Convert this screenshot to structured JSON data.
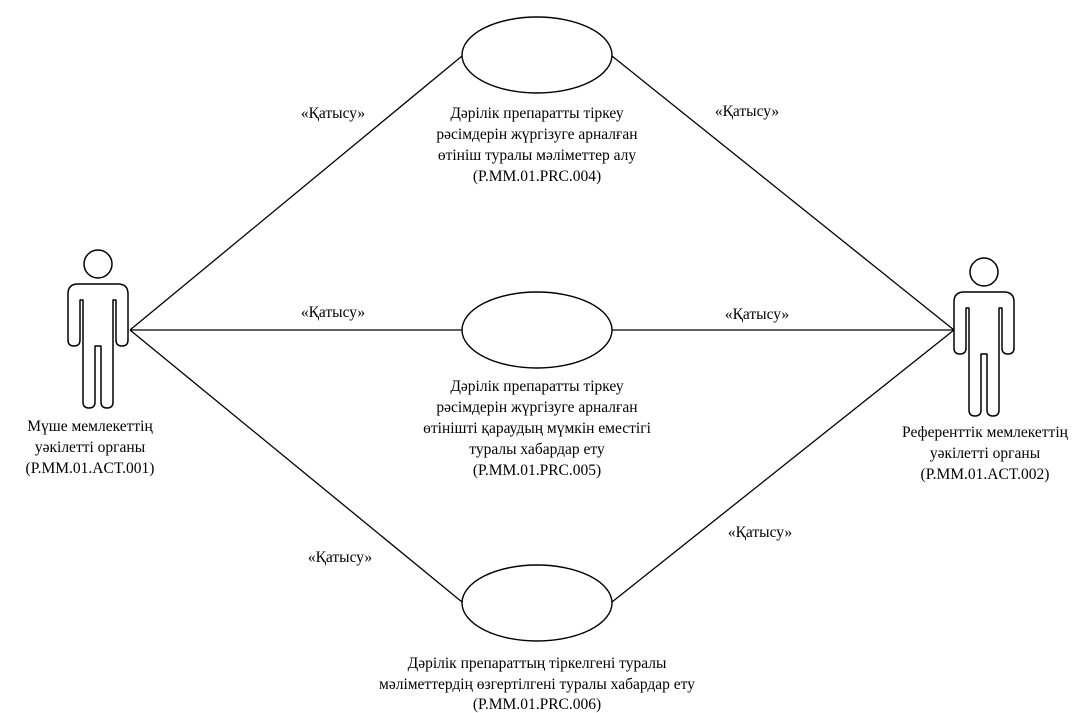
{
  "actors": {
    "left": {
      "lines": [
        "Мүше мемлекеттің",
        "уәкілетті органы",
        "(P.MM.01.ACT.001)"
      ]
    },
    "right": {
      "lines": [
        "Референттік мемлекеттің",
        "уәкілетті органы",
        "(P.MM.01.ACT.002)"
      ]
    }
  },
  "use_cases": [
    {
      "lines": [
        "Дәрілік препаратты тіркеу",
        "рәсімдерін жүргізуге арналған",
        "өтініш туралы мәліметтер алу",
        "(P.MM.01.PRC.004)"
      ]
    },
    {
      "lines": [
        "Дәрілік препаратты тіркеу",
        "рәсімдерін жүргізуге арналған",
        "өтінішті қараудың мүмкін еместігі",
        "туралы хабардар ету",
        "(P.MM.01.PRC.005)"
      ]
    },
    {
      "lines": [
        "Дәрілік препараттың тіркелгені туралы",
        "мәліметтердің өзгертілгені туралы хабардар ету",
        "(P.MM.01.PRC.006)"
      ]
    }
  ],
  "associations": [
    {
      "from": "actor-left",
      "to": "use-case-1",
      "label": "«Қатысу»"
    },
    {
      "from": "actor-right",
      "to": "use-case-1",
      "label": "«Қатысу»"
    },
    {
      "from": "actor-left",
      "to": "use-case-2",
      "label": "«Қатысу»"
    },
    {
      "from": "actor-right",
      "to": "use-case-2",
      "label": "«Қатысу»"
    },
    {
      "from": "actor-left",
      "to": "use-case-3",
      "label": "«Қатысу»"
    },
    {
      "from": "actor-right",
      "to": "use-case-3",
      "label": "«Қатысу»"
    }
  ]
}
